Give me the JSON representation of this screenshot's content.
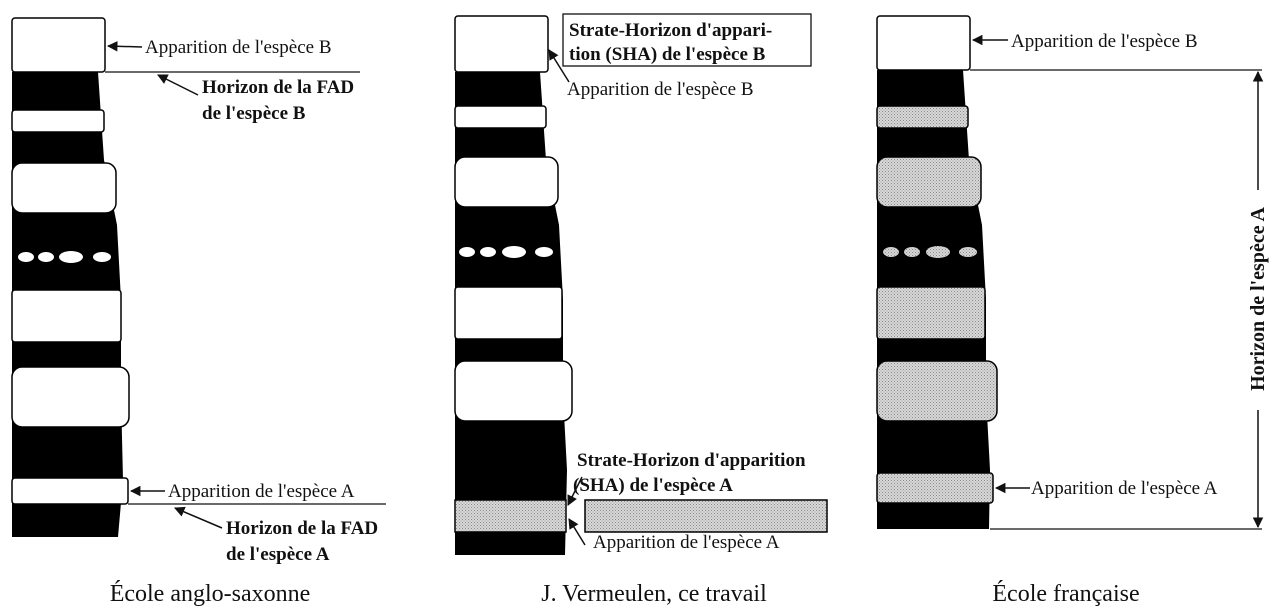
{
  "panels": {
    "left": {
      "caption": "École anglo-saxonne",
      "top_label": "Apparition de l'espèce B",
      "top_horizon": [
        "Horizon de la FAD",
        "de l'espèce B"
      ],
      "bottom_label": "Apparition de l'espèce A",
      "bottom_horizon": [
        "Horizon de la FAD",
        "de l'espèce A"
      ]
    },
    "middle": {
      "caption": "J. Vermeulen, ce travail",
      "top_box": [
        "Strate-Horizon d'appari-",
        "tion (SHA) de l'espèce B"
      ],
      "top_label": "Apparition de l'espèce B",
      "bottom_sha": [
        "Strate-Horizon d'apparition",
        "(SHA) de l'espèce A"
      ],
      "bottom_label": "Apparition de l'espèce A"
    },
    "right": {
      "caption": "École française",
      "top_label": "Apparition de l'espèce B",
      "vertical_label": "Horizon de l'espèce A",
      "bottom_label": "Apparition de l'espèce A"
    }
  },
  "colors": {
    "dark_layer": "#000000",
    "light_layer": "#ffffff",
    "shaded_layer": "#cfcfcf",
    "line": "#111111"
  }
}
